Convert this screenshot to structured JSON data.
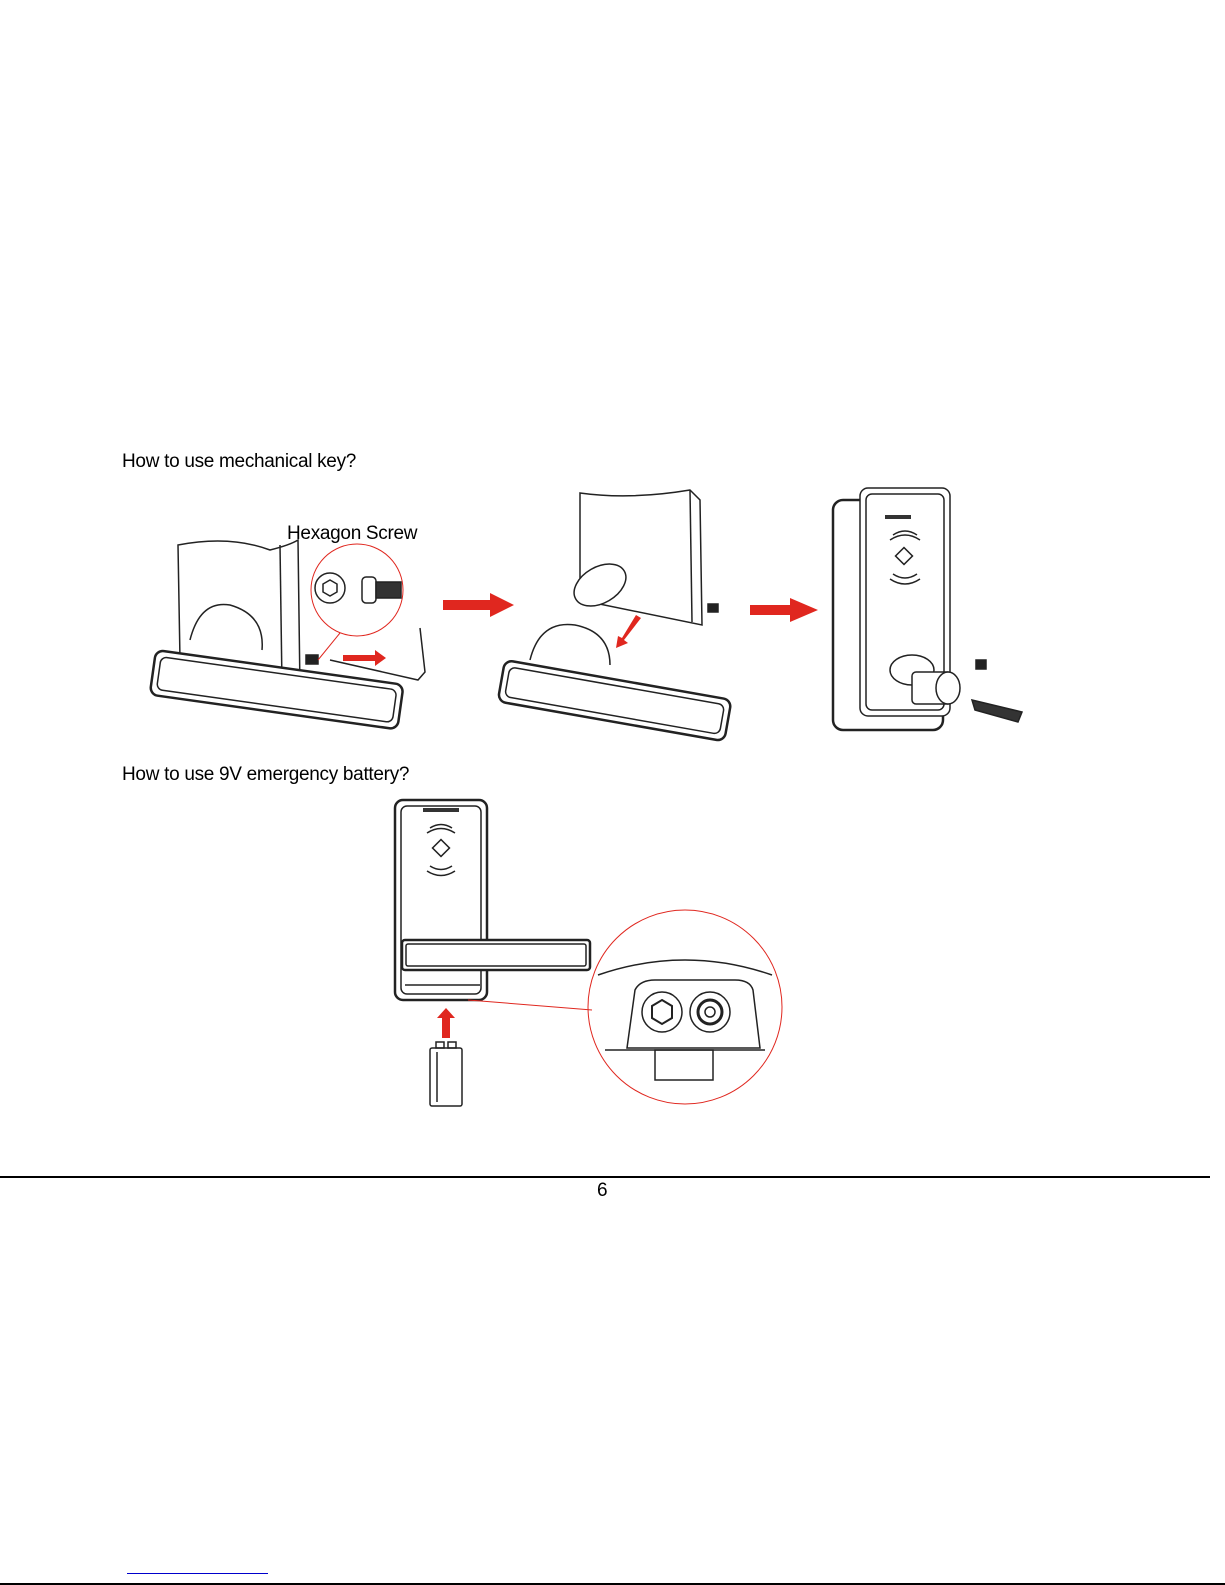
{
  "sections": [
    {
      "heading": "How to use mechanical key?",
      "callout_label": "Hexagon Screw"
    },
    {
      "heading": "How to use 9V emergency battery?"
    }
  ],
  "footer": {
    "page_number": "6"
  },
  "colors": {
    "accent_red": "#e0271f",
    "line": "#222222",
    "link_blue": "#0000cc"
  }
}
